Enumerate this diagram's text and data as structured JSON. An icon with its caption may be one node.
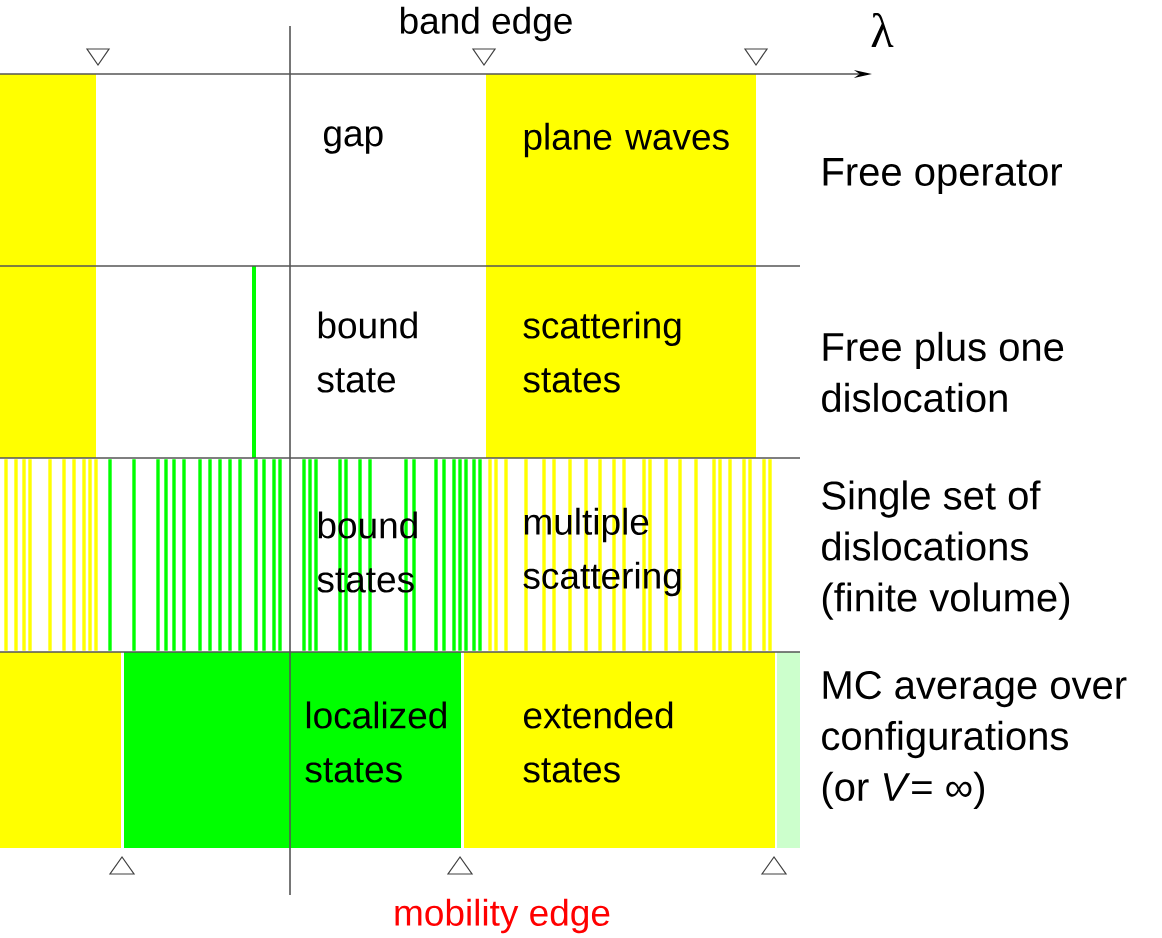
{
  "diagram": {
    "nodes": [
      {
        "text": [
          "gap",
          "plane waves"
        ],
        "beside": [
          "Free operator"
        ]
      },
      {
        "text": [
          "bound state",
          "scattering states"
        ],
        "beside": [
          "Free plus one dislocation"
        ]
      },
      {
        "text": [
          "bound states",
          "multiple scattering"
        ],
        "beside": [
          "Single set of dislocations (finite volume)"
        ]
      },
      {
        "text": [
          "localized states",
          "extended states"
        ],
        "beside": [
          "MC average over configurations (or *V*= ∞)"
        ]
      }
    ],
    "labels": [
      "band edge",
      "λ",
      "mobility edge"
    ]
  }
}
